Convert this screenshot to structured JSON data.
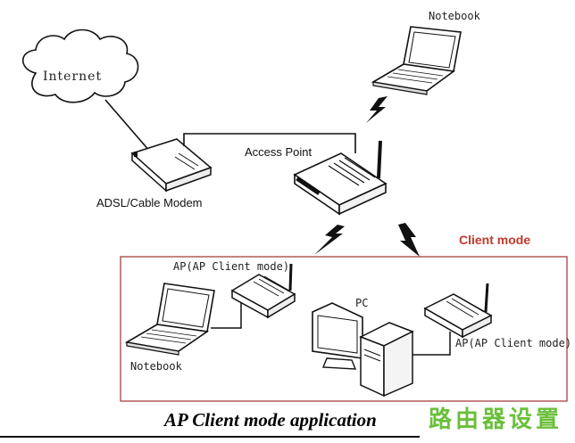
{
  "labels": {
    "internet": "Internet",
    "modem": "ADSL/Cable Modem",
    "access_point": "Access Point",
    "notebook_top": "Notebook",
    "client_mode": "Client mode",
    "ap_client_left": "AP(AP Client mode)",
    "pc": "PC",
    "ap_client_right": "AP(AP Client mode)",
    "notebook_bottom": "Notebook"
  },
  "caption": "AP Client mode application",
  "watermark": "路由器设置",
  "colors": {
    "client_box": "#a94040",
    "client_text": "#c0392b",
    "watermark": "#6abf3a",
    "line": "#111111"
  }
}
